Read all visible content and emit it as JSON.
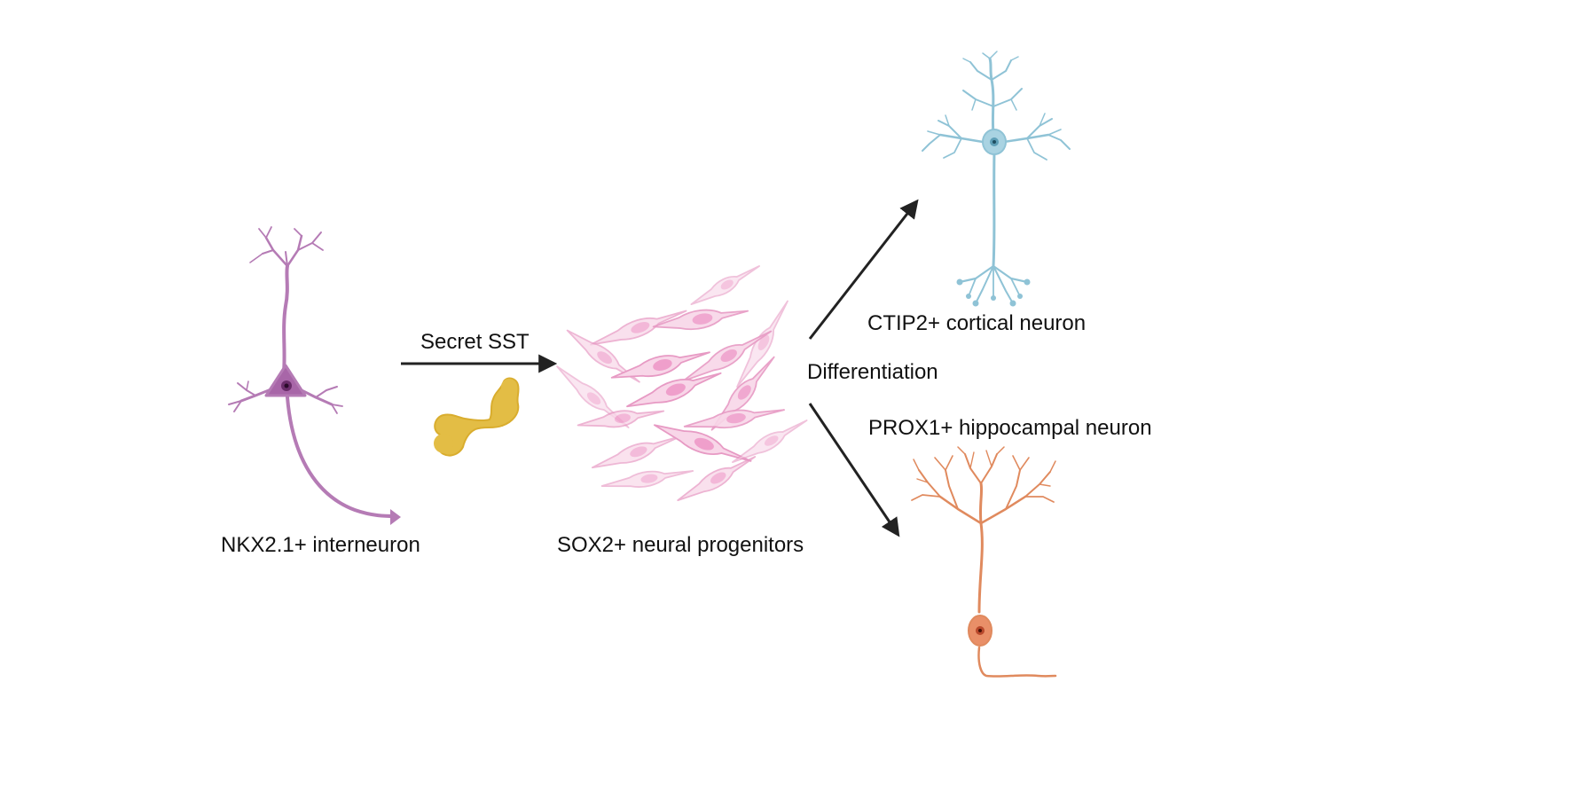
{
  "labels": {
    "interneuron": "NKX2.1+ interneuron",
    "secrete": "Secret SST",
    "progenitors": "SOX2+ neural progenitors",
    "differentiation": "Differentiation",
    "cortical": "CTIP2+ cortical neuron",
    "hippocampal": "PROX1+ hippocampal neuron"
  },
  "colors": {
    "interneuron": "#b57bb5",
    "interneuron_soma": "#8e4e8e",
    "sst": "#e0b93c",
    "progenitor_fill": "#f8d6e8",
    "progenitor_stroke": "#e79ac4",
    "progenitor_nucleus": "#ef9fcb",
    "cortical": "#8fc3d6",
    "hippocampal": "#e08a5e",
    "arrow": "#222222"
  }
}
